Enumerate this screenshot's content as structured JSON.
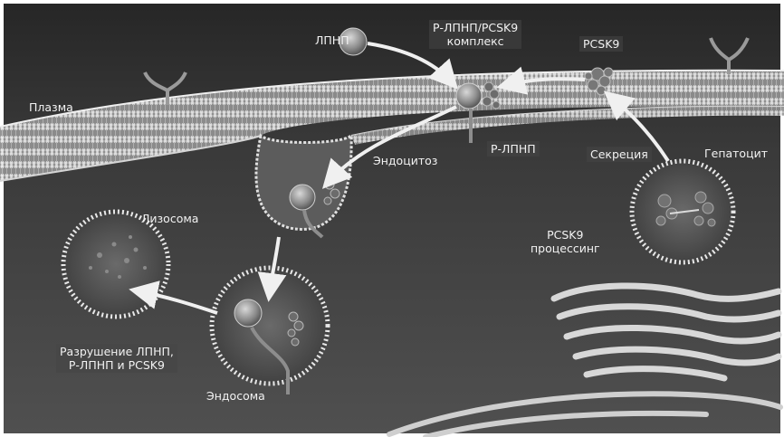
{
  "labels": {
    "ldl": "ЛПНП",
    "complex_line1": "Р-ЛПНП/PCSK9",
    "complex_line2": "комплекс",
    "pcsk9": "PCSK9",
    "plasma": "Плазма",
    "receptor": "Р-ЛПНП",
    "endocytosis": "Эндоцитоз",
    "secretion": "Секреция",
    "hepatocyte": "Гепатоцит",
    "lysosome": "Лизосома",
    "processing_line1": "PCSK9",
    "processing_line2": "процессинг",
    "degradation_line1": "Разрушение ЛПНП,",
    "degradation_line2": "Р-ЛПНП и PCSK9",
    "endosome": "Эндосома"
  },
  "colors": {
    "plasma_bg": "#2f2f2f",
    "cell_bg": "#4a4a4a",
    "membrane": "#c9c9c9",
    "arrow": "#f0f0f0",
    "text": "#f2f2f2"
  }
}
